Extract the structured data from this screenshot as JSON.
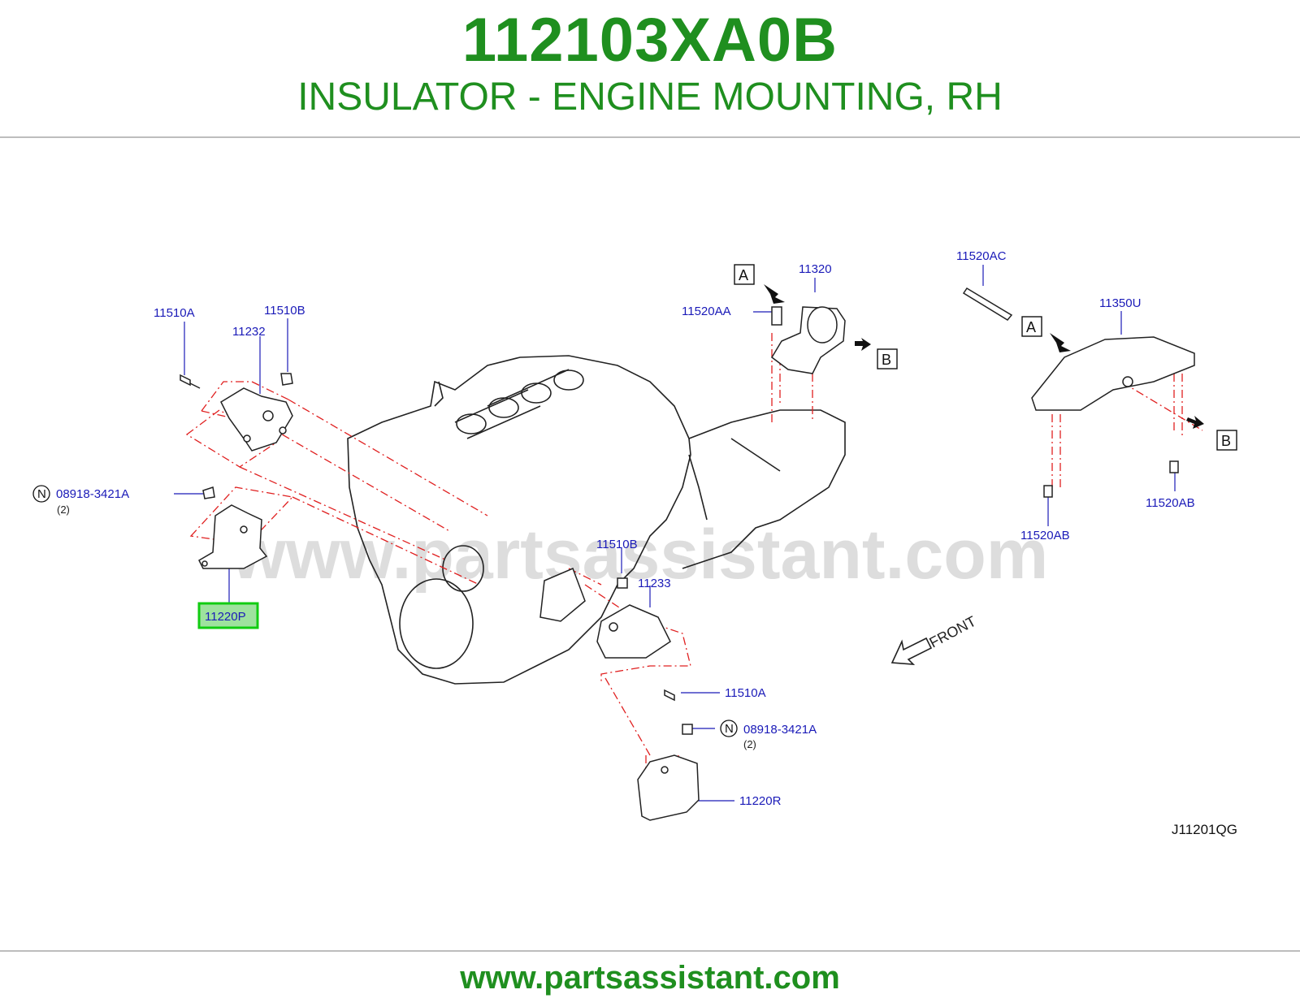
{
  "header": {
    "part_number": "112103XA0B",
    "description": "INSULATOR - ENGINE MOUNTING, RH"
  },
  "footer": {
    "url": "www.partsassistant.com"
  },
  "diagram": {
    "watermark": "www.partsassistant.com",
    "diagram_code": "J11201QG",
    "front_label": "FRONT",
    "highlighted_part": "11220P",
    "callouts": {
      "c11510A_top": "11510A",
      "c11510B_top": "11510B",
      "c11232": "11232",
      "c08918_left": "08918-3421A",
      "c08918_left_qty": "(2)",
      "c11220P": "11220P",
      "c11520AA": "11520AA",
      "c11320": "11320",
      "c11520AC": "11520AC",
      "c11350U": "11350U",
      "c11520AB_left": "11520AB",
      "c11520AB_right": "11520AB",
      "c11510B_mid": "11510B",
      "c11233": "11233",
      "c11510A_mid": "11510A",
      "c08918_right": "08918-3421A",
      "c08918_right_qty": "(2)",
      "c11220R": "11220R"
    },
    "markers": {
      "n_symbol": "N",
      "a_label": "A",
      "b_label": "B"
    },
    "colors": {
      "brand_green": "#1f8f1f",
      "callout_blue": "#1a1ab8",
      "leader_red": "#e02020",
      "highlight": "#22c022"
    }
  }
}
